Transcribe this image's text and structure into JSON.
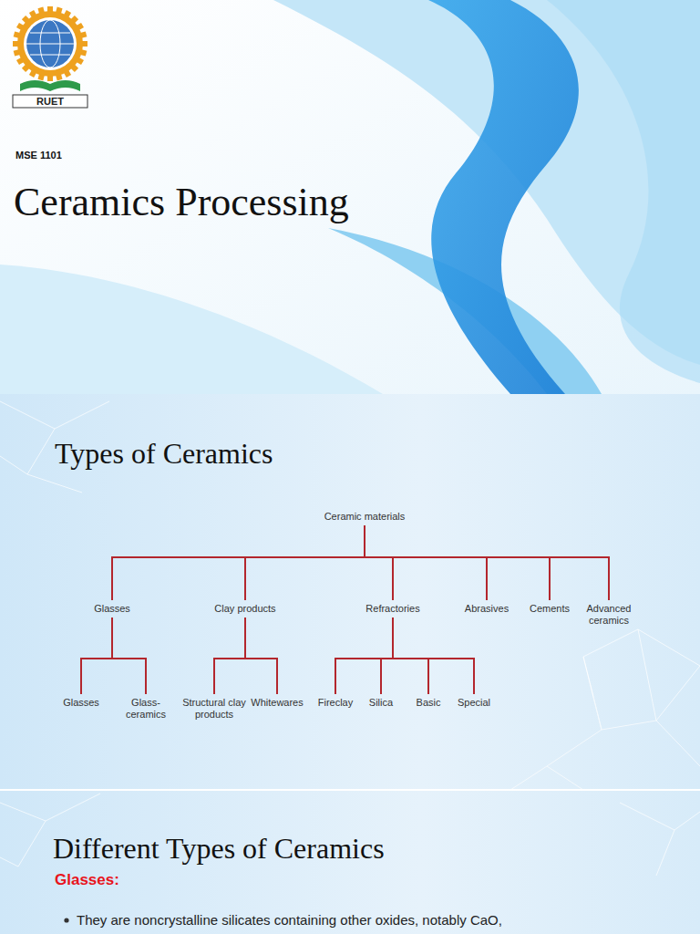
{
  "diagram": {
    "title": "Ceramics Processing",
    "nodes": [
      {
        "text": [
          "Ceramic materials"
        ]
      },
      {
        "text": [
          "Glasses"
        ]
      },
      {
        "text": [
          "Clay products"
        ]
      },
      {
        "text": [
          "Refractories"
        ]
      },
      {
        "text": [
          "Abrasives"
        ]
      },
      {
        "text": [
          "Cements"
        ]
      },
      {
        "text": [
          "Advanced ceramics"
        ]
      },
      {
        "text": [
          "Glasses"
        ]
      },
      {
        "text": [
          "Glass-ceramics"
        ]
      },
      {
        "text": [
          "Structural clay products"
        ]
      },
      {
        "text": [
          "Whitewares"
        ]
      },
      {
        "text": [
          "Fireclay"
        ]
      },
      {
        "text": [
          "Silica"
        ]
      },
      {
        "text": [
          "Basic"
        ]
      },
      {
        "text": [
          "Special"
        ]
      }
    ],
    "edges": [
      {
        "from": 0,
        "to": 1,
        "arrow": "none"
      },
      {
        "from": 0,
        "to": 2,
        "arrow": "none"
      },
      {
        "from": 0,
        "to": 3,
        "arrow": "none"
      },
      {
        "from": 0,
        "to": 4,
        "arrow": "none"
      },
      {
        "from": 0,
        "to": 5,
        "arrow": "none"
      },
      {
        "from": 0,
        "to": 6,
        "arrow": "none"
      },
      {
        "from": 1,
        "to": 7,
        "arrow": "none"
      },
      {
        "from": 1,
        "to": 8,
        "arrow": "none"
      },
      {
        "from": 2,
        "to": 9,
        "arrow": "none"
      },
      {
        "from": 2,
        "to": 10,
        "arrow": "none"
      },
      {
        "from": 3,
        "to": 11,
        "arrow": "none"
      },
      {
        "from": 3,
        "to": 12,
        "arrow": "none"
      },
      {
        "from": 3,
        "to": 13,
        "arrow": "none"
      },
      {
        "from": 3,
        "to": 14,
        "arrow": "none"
      }
    ],
    "labels": [
      "RUET",
      "MSE 1101",
      "Types of Ceramics",
      "Different Types of Ceramics",
      "Glasses:",
      "They are noncrystalline silicates containing other oxides, notably CaO,"
    ]
  }
}
